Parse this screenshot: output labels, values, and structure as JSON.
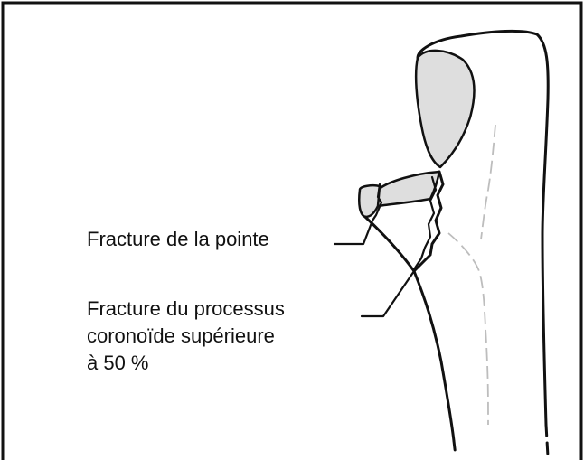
{
  "labels": {
    "tip_fracture": "Fracture de la pointe",
    "coronoid_line1": "Fracture du processus",
    "coronoid_line2": "coronoïde supérieure",
    "coronoid_line3": "à 50 %"
  },
  "colors": {
    "line": "#111111",
    "cartilage_fill": "#dedede",
    "hidden_line": "#bdbdbd",
    "background": "#ffffff"
  }
}
